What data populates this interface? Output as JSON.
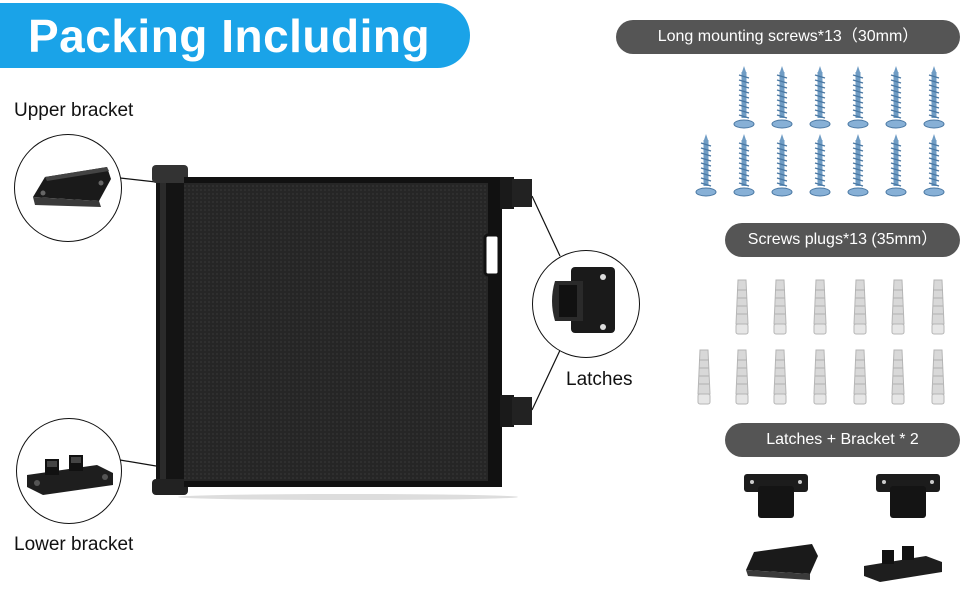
{
  "banner": {
    "title": "Packing Including",
    "color": "#1aa3e8"
  },
  "callouts": {
    "upper_bracket": "Upper bracket",
    "lower_bracket": "Lower bracket",
    "latches": "Latches"
  },
  "contents": {
    "screws": {
      "label": "Long mounting screws*13（30mm）",
      "count": 13
    },
    "plugs": {
      "label": "Screws plugs*13 (35mm）",
      "count": 13
    },
    "latches_brackets": {
      "label": "Latches + Bracket * 2",
      "count": 2
    }
  },
  "colors": {
    "pill": "#555555",
    "screw": "#6f9cc4",
    "plug": "#d8d8d8",
    "gate": "#1c1c1c"
  }
}
